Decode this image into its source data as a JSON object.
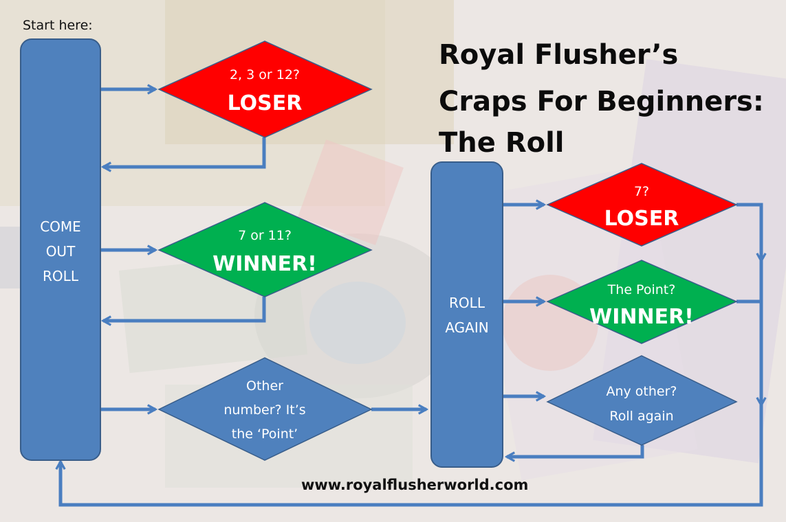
{
  "start_label": "Start here:",
  "title_lines": [
    "Royal Flusher’s",
    "Craps For Beginners:",
    "The Roll"
  ],
  "website": "www.royalflusherworld.com",
  "come_out": {
    "lines": [
      "COME",
      "OUT",
      "ROLL"
    ]
  },
  "roll_again": {
    "lines": [
      "ROLL",
      "AGAIN"
    ]
  },
  "loser_1": {
    "question": "2, 3 or 12?",
    "result": "LOSER"
  },
  "winner_1": {
    "question": "7 or 11?",
    "result": "WINNER!"
  },
  "point_1": {
    "lines": [
      "Other",
      "number? It’s",
      "the ‘Point’"
    ]
  },
  "loser_2": {
    "question": "7?",
    "result": "LOSER"
  },
  "winner_2": {
    "question": "The Point?",
    "result": "WINNER!"
  },
  "other_2": {
    "lines": [
      "Any other?",
      "Roll again"
    ]
  },
  "colors": {
    "box_blue": "#4f81bd",
    "loser_red": "#ff0000",
    "winner_green": "#00b050",
    "arrow": "#4a7ec0",
    "outline": "#385d8a"
  }
}
